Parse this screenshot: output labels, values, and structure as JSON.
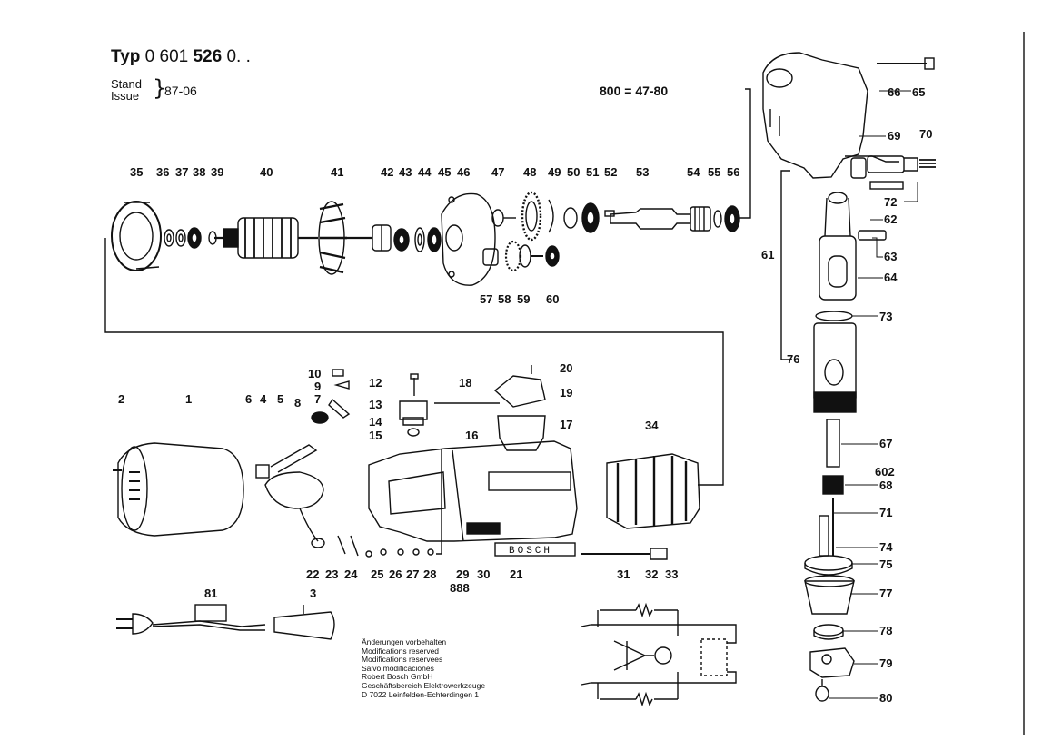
{
  "header": {
    "typ_prefix": "Typ",
    "typ_number": "0 601",
    "typ_bold": "526",
    "typ_suffix": "0. .",
    "stand": "Stand",
    "issue": "Issue",
    "brace": "}",
    "date": "87-06",
    "code": "800 = 47-80"
  },
  "brand_plate": "BOSCH",
  "notes": [
    "Änderungen vorbehalten",
    "Modifications reserved",
    "Modifications reservees",
    "Salvo modificaciones",
    "Robert Bosch GmbH",
    "Geschäftsbereich Elektrowerkzeuge",
    "D 7022 Leinfelden-Echterdingen 1"
  ],
  "part_labels": [
    "35",
    "36",
    "37",
    "38",
    "39",
    "40",
    "41",
    "42",
    "43",
    "44",
    "45",
    "46",
    "47",
    "48",
    "49",
    "50",
    "51",
    "52",
    "53",
    "54",
    "55",
    "56",
    "57",
    "58",
    "59",
    "60",
    "65",
    "66",
    "69",
    "70",
    "72",
    "62",
    "63",
    "64",
    "61",
    "73",
    "76",
    "10",
    "9",
    "7",
    "8",
    "12",
    "18",
    "20",
    "19",
    "13",
    "17",
    "14",
    "15",
    "2",
    "1",
    "6",
    "4",
    "5",
    "16",
    "34",
    "22",
    "23",
    "24",
    "25",
    "26",
    "27",
    "28",
    "29",
    "888",
    "30",
    "21",
    "31",
    "32",
    "33",
    "67",
    "602",
    "68",
    "71",
    "74",
    "75",
    "77",
    "78",
    "79",
    "80",
    "81",
    "3"
  ],
  "colors": {
    "ink": "#111111",
    "paper": "#ffffff"
  }
}
